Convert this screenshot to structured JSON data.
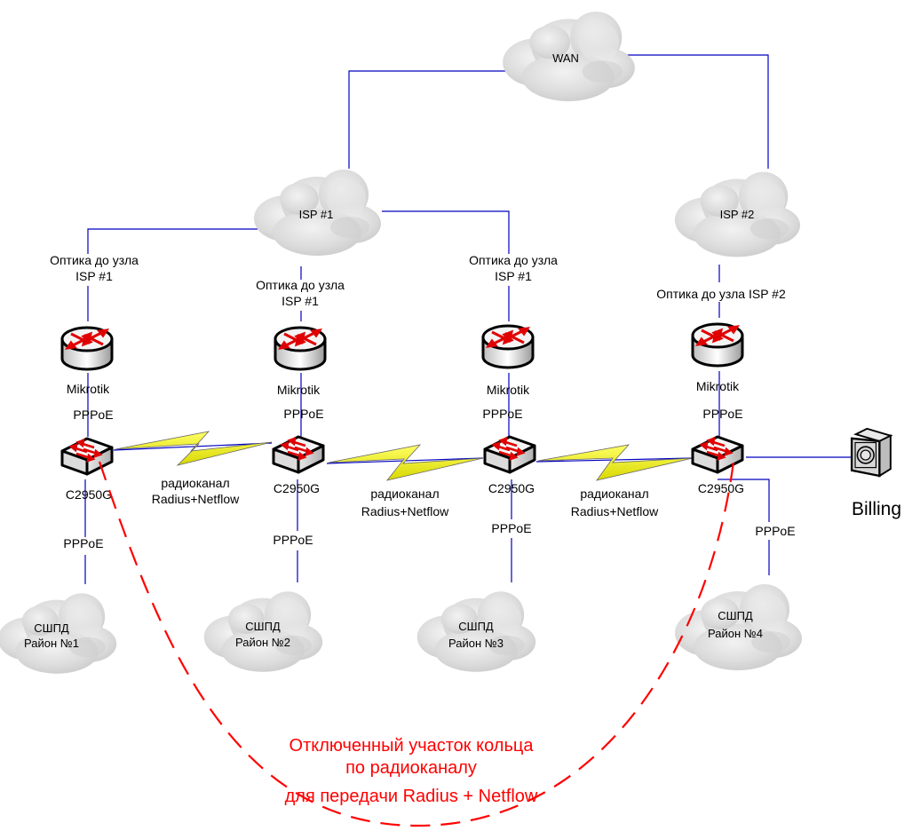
{
  "diagram": {
    "title": "Network topology: ring over radio channel with ISP uplinks",
    "clouds": {
      "wan": "WAN",
      "isp1": "ISP #1",
      "isp2": "ISP #2"
    },
    "sites": [
      {
        "uplink_label_line1": "Оптика до узла",
        "uplink_label_line2": "ISP #1",
        "router_label": "Mikrotik",
        "router_switch_link_label": "PPPoE",
        "switch_label": "C2950G",
        "access_link_label": "PPPoE",
        "access_cloud_line1": "СШПД",
        "access_cloud_line2": "Район №1"
      },
      {
        "uplink_label_line1": "Оптика до узла",
        "uplink_label_line2": "ISP #1",
        "router_label": "Mikrotik",
        "router_switch_link_label": "PPPoE",
        "switch_label": "C2950G",
        "access_link_label": "PPPoE",
        "access_cloud_line1": "СШПД",
        "access_cloud_line2": "Район №2"
      },
      {
        "uplink_label_line1": "Оптика до узла",
        "uplink_label_line2": "ISP #1",
        "router_label": "Mikrotik",
        "router_switch_link_label": "PPPoE",
        "switch_label": "C2950G",
        "access_link_label": "PPPoE",
        "access_cloud_line1": "СШПД",
        "access_cloud_line2": "Район №3"
      },
      {
        "uplink_label_line1": "Оптика до узла  ISP #2",
        "uplink_label_line2": "",
        "router_label": "Mikrotik",
        "router_switch_link_label": "PPPoE",
        "switch_label": "C2950G",
        "access_link_label": "PPPoE",
        "access_cloud_line1": "СШПД",
        "access_cloud_line2": "Район №4"
      }
    ],
    "radio_links": [
      {
        "line1": "радиоканал",
        "line2": "Radius+Netflow"
      },
      {
        "line1": "радиоканал",
        "line2": "Radius+Netflow"
      },
      {
        "line1": "радиоканал",
        "line2": "Radius+Netflow"
      }
    ],
    "billing_label": "Billing",
    "disabled_segment_note": [
      "Отключенный участок кольца",
      "по радиоканалу",
      "для передачи Radius + Netflow"
    ],
    "colors": {
      "link": "#0000c0",
      "disabled_ring": "#ff0000",
      "radio_bolt": "#ffff33",
      "device_arrows": "#ff0000",
      "cloud": "#d8d8d8"
    }
  }
}
